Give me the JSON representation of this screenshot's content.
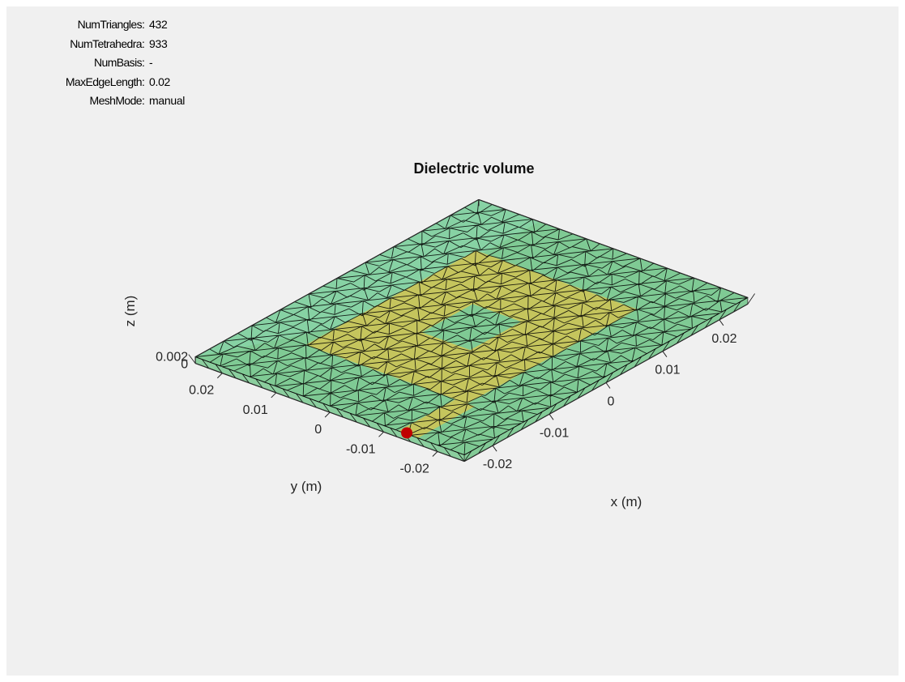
{
  "mesh_info": [
    {
      "label": "NumTriangles",
      "value": "432"
    },
    {
      "label": "NumTetrahedra",
      "value": "933"
    },
    {
      "label": "NumBasis",
      "value": "-"
    },
    {
      "label": "MaxEdgeLength",
      "value": "0.02"
    },
    {
      "label": "MeshMode",
      "value": "manual"
    }
  ],
  "separator": ":",
  "title": "Dielectric volume",
  "axes": {
    "x_label": "x (m)",
    "y_label": "y (m)",
    "z_label": "z (m)",
    "x_ticks": [
      "-0.02",
      "-0.01",
      "0",
      "0.01",
      "0.02"
    ],
    "y_ticks": [
      "-0.02",
      "-0.01",
      "0",
      "0.01",
      "0.02"
    ],
    "z_ticks": [
      "0",
      "0.002"
    ]
  },
  "colors": {
    "background": "#f0f0f0",
    "dielectric": "#5fbf7a",
    "dielectric_top": "#8ed9b0",
    "patch": "#c9c45a",
    "feed": "#c00000",
    "mesh_lines": "#000000"
  }
}
